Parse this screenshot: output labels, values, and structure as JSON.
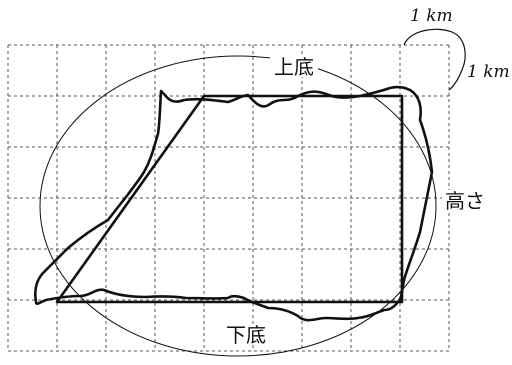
{
  "diagram": {
    "labels": {
      "upper_base": "上底",
      "lower_base": "下底",
      "height": "高さ",
      "grid_unit_horizontal": "1 km",
      "grid_unit_vertical": "1 km"
    },
    "colors": {
      "line": "#111111",
      "grid": "#555555",
      "background": "#ffffff"
    }
  }
}
